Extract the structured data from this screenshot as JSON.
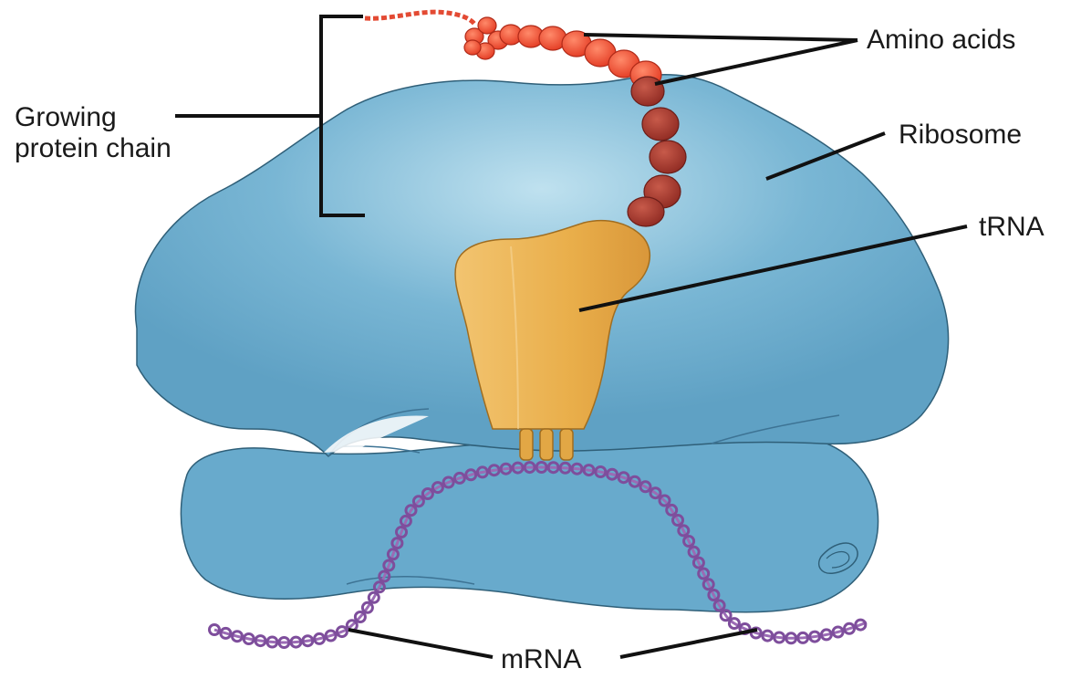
{
  "labels": {
    "growing_protein_chain_line1": "Growing",
    "growing_protein_chain_line2": "protein chain",
    "amino_acids": "Amino acids",
    "ribosome": "Ribosome",
    "trna": "tRNA",
    "mrna": "mRNA"
  },
  "colors": {
    "ribosome": "#6aaccd",
    "ribosome_light": "#a9d3e6",
    "ribosome_outline": "#2f5f78",
    "trna": "#e8ae4c",
    "trna_light": "#f2c878",
    "amino_bright": "#e8402c",
    "amino_dark": "#a2342a",
    "mrna": "#8b5aa6",
    "leader_line": "#111111"
  }
}
